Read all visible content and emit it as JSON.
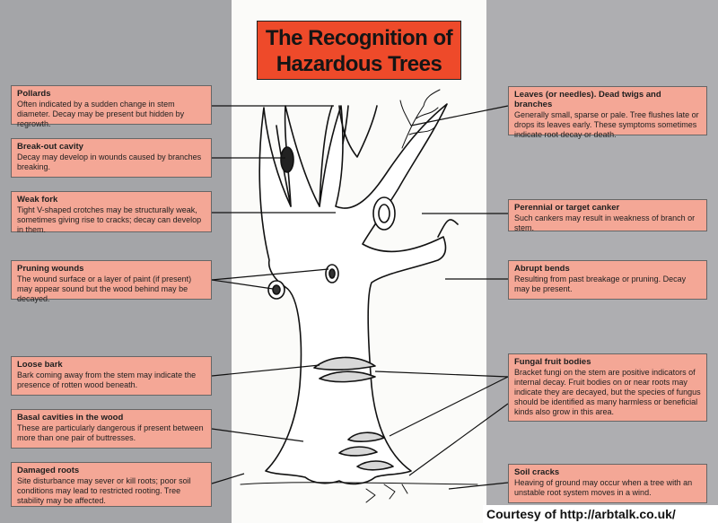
{
  "title": {
    "line1": "The Recognition of",
    "line2": "Hazardous Trees"
  },
  "callouts": {
    "pollards": {
      "heading": "Pollards",
      "body": "Often indicated by a sudden change in stem diameter. Decay may be present but hidden by regrowth."
    },
    "breakout_cavity": {
      "heading": "Break-out cavity",
      "body": "Decay may develop in wounds caused by branches breaking."
    },
    "weak_fork": {
      "heading": "Weak fork",
      "body": "Tight V-shaped crotches may be structurally weak, sometimes giving rise to cracks; decay can develop in them."
    },
    "pruning_wounds": {
      "heading": "Pruning wounds",
      "body": "The wound surface or a layer of paint (if present) may appear sound but the wood behind may be decayed."
    },
    "loose_bark": {
      "heading": "Loose bark",
      "body": "Bark coming away from the stem may indicate the presence of rotten wood beneath."
    },
    "basal_cavities": {
      "heading": "Basal cavities in the wood",
      "body": "These are particularly dangerous if present between more than one pair of buttresses."
    },
    "damaged_roots": {
      "heading": "Damaged roots",
      "body": "Site disturbance may sever or kill roots; poor soil conditions may lead to restricted rooting. Tree stability may be affected."
    },
    "leaves": {
      "heading": "Leaves (or needles). Dead twigs and branches",
      "body": "Generally small, sparse or pale. Tree flushes late or drops its leaves early. These symptoms sometimes indicate root decay or death."
    },
    "canker": {
      "heading": "Perennial or target canker",
      "body": "Such cankers may result in weakness of branch or stem."
    },
    "abrupt_bends": {
      "heading": "Abrupt bends",
      "body": "Resulting from past breakage or pruning. Decay may be present."
    },
    "fungal": {
      "heading": "Fungal fruit bodies",
      "body": "Bracket fungi on the stem are positive indicators of internal decay. Fruit bodies on or near roots may indicate they are decayed, but the species of fungus should be identified as many harmless or beneficial kinds also grow in this area."
    },
    "soil_cracks": {
      "heading": "Soil cracks",
      "body": "Heaving of ground may occur when a tree with an unstable root system moves in a wind."
    }
  },
  "credit": "Courtesy of http://arbtalk.co.uk/",
  "colors": {
    "callout_fill": "#f4a796",
    "title_fill": "#ee4a2a",
    "background": "#a9a9ab",
    "panel": "#fbfbf9"
  }
}
